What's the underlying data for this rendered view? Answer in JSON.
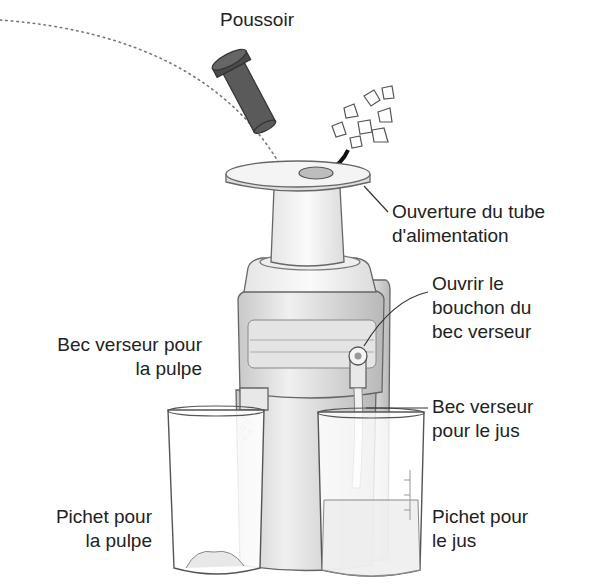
{
  "diagram": {
    "labels": [
      "Poussoir",
      "Ouverture du tube d'alimentation",
      "Ouvrir le bouchon du bec verseur",
      "Bec verseur pour la pulpe",
      "Bec verseur pour le jus",
      "Pichet pour la pulpe",
      "Pichet pour le jus"
    ]
  }
}
